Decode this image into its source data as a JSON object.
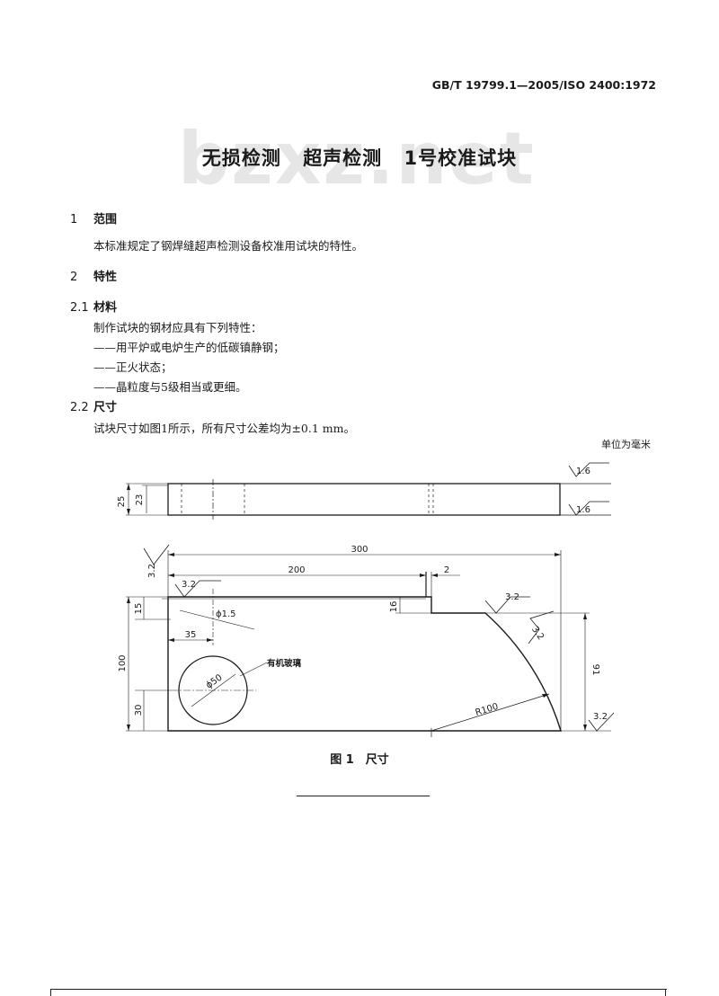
{
  "header": {
    "standard_no": "GB/T 19799.1—2005/ISO 2400:1972"
  },
  "watermark": "bzxz.net",
  "title": [
    "无损检测",
    "超声检测",
    "1号校准试块"
  ],
  "sections": {
    "s1": {
      "num": "1",
      "heading": "范围",
      "text": "本标准规定了钢焊缝超声检测设备校准用试块的特性。"
    },
    "s2": {
      "num": "2",
      "heading": "特性"
    },
    "s21": {
      "num": "2.1",
      "heading": "材料",
      "lines": [
        "制作试块的钢材应具有下列特性：",
        "——用平炉或电炉生产的低碳镇静钢；",
        "——正火状态；",
        "——晶粒度与5级相当或更细。"
      ]
    },
    "s22": {
      "num": "2.2",
      "heading": "尺寸",
      "text": "试块尺寸如图1所示，所有尺寸公差均为±0.1 mm。"
    }
  },
  "figure": {
    "unit_note": "单位为毫米",
    "caption": "图 1　尺寸",
    "dims": {
      "d25": "25",
      "d23": "23",
      "r16a": "1.6",
      "r16b": "1.6",
      "d300": "300",
      "d200": "200",
      "d2": "2",
      "d16": "16",
      "d15": "15",
      "d100": "100",
      "d30": "30",
      "d35": "35",
      "d91": "91",
      "phi15": "ϕ1.5",
      "phi50": "ϕ50",
      "r100": "R100",
      "r32_left": "3.2",
      "r32_top": "3.2",
      "r32_arc": "3.2",
      "r32_curve": "3.2",
      "r32_bottom": "3.2",
      "label_glass": "有机玻璃"
    }
  }
}
